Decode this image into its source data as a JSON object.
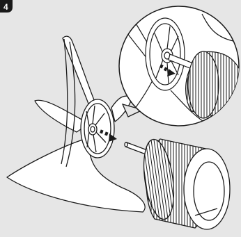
{
  "step": {
    "number": "4"
  },
  "colors": {
    "background": "#e6e6e6",
    "line": "#1a1a1a",
    "fill": "#ffffff",
    "badge": "#1a1a1a",
    "arrow": "#1a1a1a"
  },
  "parts": {
    "fan_blade": "fan-blade",
    "hub": "blade-hub",
    "shaft": "motor-shaft",
    "knob": "ribbed-knob",
    "zoom": "zoom-callout"
  }
}
